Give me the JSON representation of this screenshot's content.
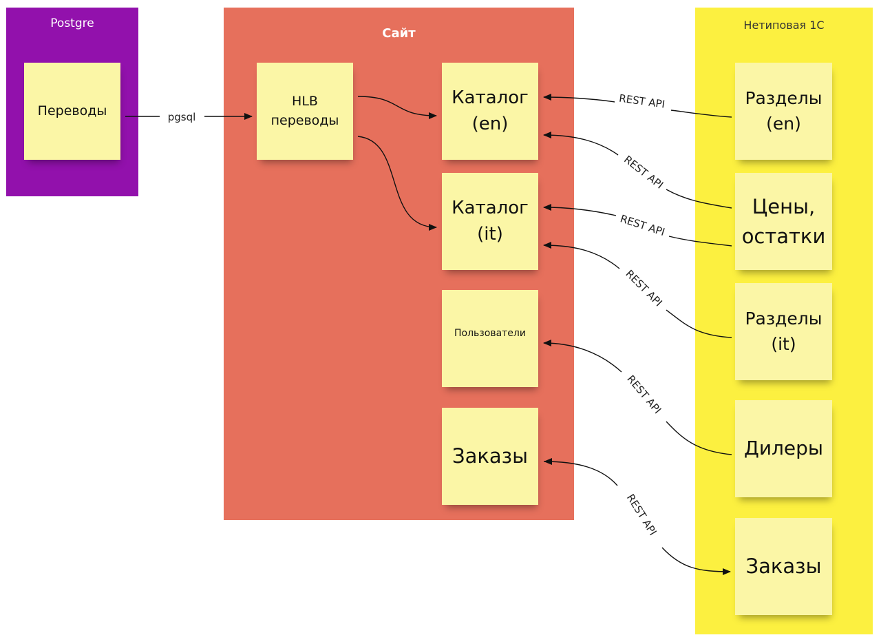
{
  "frames": {
    "postgre": {
      "title": "Postgre",
      "color": "#9211AC"
    },
    "site": {
      "title": "Сайт",
      "color": "#E6705C"
    },
    "onec": {
      "title": "Нетиповая 1С",
      "color": "#FCF040"
    }
  },
  "notes": {
    "perevody": "Переводы",
    "hlb": "HLB\nпереводы",
    "catalog_en": "Каталог\n(en)",
    "catalog_it": "Каталог\n(it)",
    "users": "Пользователи",
    "orders_site": "Заказы",
    "sections_en": "Разделы\n(en)",
    "prices": "Цены,\nостатки",
    "sections_it": "Разделы\n(it)",
    "dealers": "Дилеры",
    "orders_1c": "Заказы"
  },
  "edges": {
    "pgsql": "pgsql",
    "rest1": "REST API",
    "rest2": "REST API",
    "rest3": "REST API",
    "rest4": "REST API",
    "rest5": "REST API",
    "rest6": "REST API"
  },
  "note_color": "#FBF6A6"
}
